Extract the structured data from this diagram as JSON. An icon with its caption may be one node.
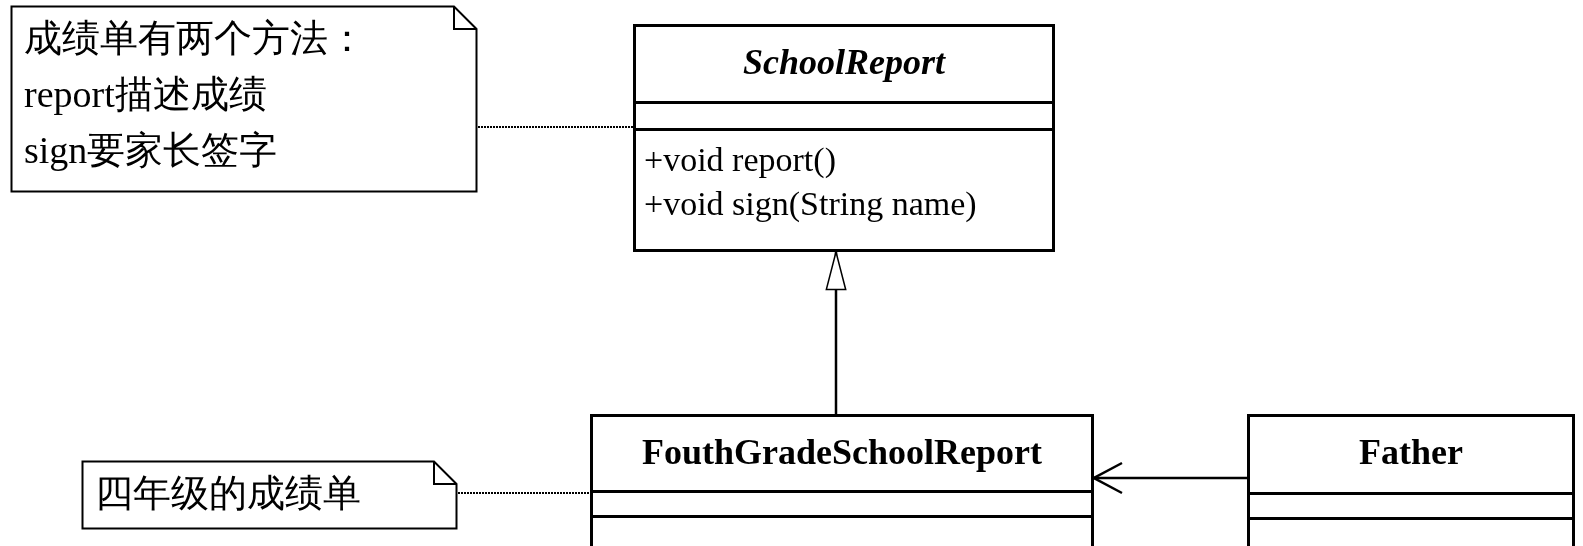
{
  "diagram": {
    "nodes": [
      {
        "text": [
          "成绩单有两个方法：",
          "report描述成绩",
          "sign要家长签字"
        ]
      },
      {
        "text": [
          "SchoolReport",
          "+void report()",
          "+void sign(String name)"
        ]
      },
      {
        "text": [
          "FouthGradeSchoolReport"
        ]
      },
      {
        "text": [
          "Father"
        ]
      },
      {
        "text": [
          "四年级的成绩单"
        ]
      }
    ],
    "edges": [
      {
        "from": 0,
        "to": 1,
        "arrow": "none",
        "style": "dashed"
      },
      {
        "from": 2,
        "to": 1,
        "arrow": "to"
      },
      {
        "from": 3,
        "to": 2,
        "arrow": "to"
      },
      {
        "from": 4,
        "to": 2,
        "arrow": "none",
        "style": "dashed"
      }
    ]
  }
}
